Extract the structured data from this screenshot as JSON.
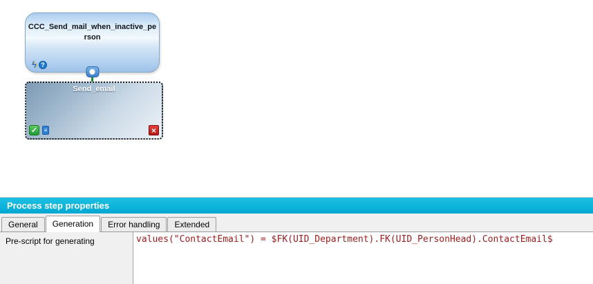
{
  "canvas": {
    "process_node": {
      "title": "CCC_Send_mail_when_inactive_person"
    },
    "step_node": {
      "title": "Send_email"
    }
  },
  "icons": {
    "lightning": "ϟ",
    "help": "?",
    "check": "✓",
    "script": "≡",
    "close": "×"
  },
  "panel": {
    "header": "Process step properties",
    "tabs": [
      {
        "label": "General",
        "active": false
      },
      {
        "label": "Generation",
        "active": true
      },
      {
        "label": "Error handling",
        "active": false
      },
      {
        "label": "Extended",
        "active": false
      }
    ],
    "property": {
      "label": "Pre-script for generating",
      "value": "values(\"ContactEmail\") = $FK(UID_Department).FK(UID_PersonHead).ContactEmail$"
    }
  },
  "colors": {
    "panel_header_bg": "#00aed6",
    "code_text": "#9c1b1b",
    "connector_line": "#1d8f2e",
    "selection_border": "#1a1a1a"
  }
}
